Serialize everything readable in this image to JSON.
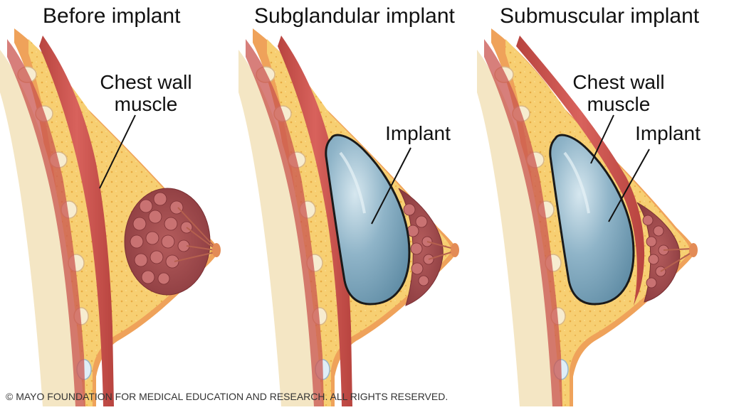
{
  "panels": [
    {
      "title": "Before implant",
      "labels": [
        "Chest wall",
        "muscle"
      ]
    },
    {
      "title": "Subglandular implant",
      "labels": [
        "Implant"
      ]
    },
    {
      "title": "Submuscular implant",
      "labels": [
        "Chest wall",
        "muscle",
        "Implant"
      ]
    }
  ],
  "copyright": "© MAYO FOUNDATION FOR MEDICAL EDUCATION AND RESEARCH. ALL RIGHTS RESERVED.",
  "colors": {
    "skin": "#efa25a",
    "fat": "#f7cf72",
    "fat_dots": "#e6a53e",
    "muscle": "#c9544f",
    "muscle_stripe": "#e9807a",
    "rib": "#f3e2b8",
    "gland": "#9e4a4c",
    "implant": "#7fa8bf",
    "implant_highlight": "#d3e6ef",
    "implant_outline": "#1a1a1a"
  }
}
